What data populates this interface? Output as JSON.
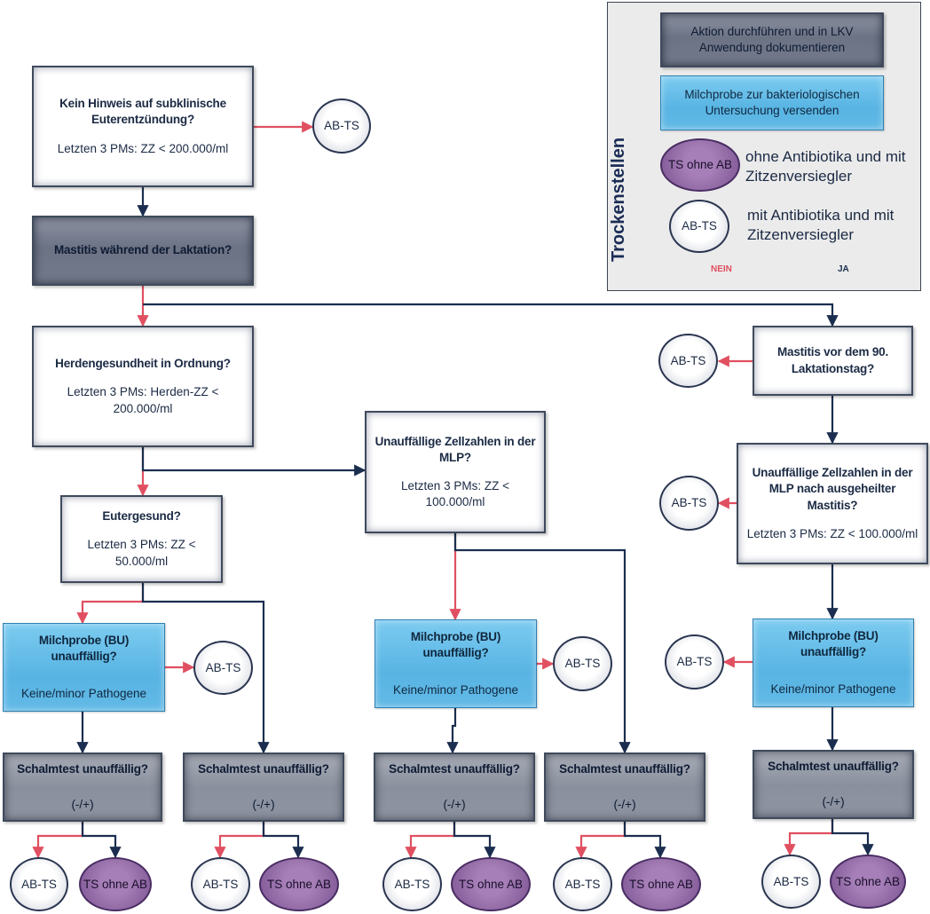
{
  "colors": {
    "nein": "#e05060",
    "ja": "#1b2e4f"
  },
  "legend": {
    "title": "Trockenstellen",
    "action_box": "Aktion durchführen und in LKV Anwendung dokumentieren",
    "sample_box": "Milchprobe zur bakteriologischen Untersuchung versenden",
    "ts_oval": "TS ohne AB",
    "ts_text": "ohne Antibiotika und mit Zitzenversiegler",
    "abts_oval": "AB-TS",
    "abts_text": "mit Antibiotika und mit Zitzenversiegler",
    "nein": "NEIN",
    "ja": "JA"
  },
  "nodes": {
    "q_subklinisch": {
      "title": "Kein Hinweis auf subklinische Euterentzündung?",
      "sub": "Letzten 3 PMs: ZZ < 200.000/ml"
    },
    "q_mastitis_laktation": {
      "title": "Mastitis während der Laktation?"
    },
    "q_herde": {
      "title": "Herdengesundheit in Ordnung?",
      "sub": "Letzten 3 PMs: Herden-ZZ < 200.000/ml"
    },
    "q_eutergesund": {
      "title": "Eutergesund?",
      "sub": "Letzten 3 PMs: ZZ < 50.000/ml"
    },
    "q_zellzahlen_mid": {
      "title": "Unauffällige Zellzahlen in der MLP?",
      "sub": "Letzten 3 PMs: ZZ < 100.000/ml"
    },
    "q_mastitis_90": {
      "title": "Mastitis vor dem 90. Laktationstag?"
    },
    "q_zellzahlen_right": {
      "title": "Unauffällige Zellzahlen in der MLP nach ausgeheilter Mastitis?",
      "sub": "Letzten 3 PMs: ZZ < 100.000/ml"
    },
    "milch1": {
      "title": "Milchprobe (BU) unauffällig?",
      "sub": "Keine/minor Pathogene"
    },
    "milch2": {
      "title": "Milchprobe (BU) unauffällig?",
      "sub": "Keine/minor Pathogene"
    },
    "milch3": {
      "title": "Milchprobe (BU) unauffällig?",
      "sub": "Keine/minor Pathogene"
    },
    "schalm1": {
      "title": "Schalmtest unauffällig?",
      "sub": "(-/+)"
    },
    "schalm2": {
      "title": "Schalmtest unauffällig?",
      "sub": "(-/+)"
    },
    "schalm3": {
      "title": "Schalmtest unauffällig?",
      "sub": "(-/+)"
    },
    "schalm4": {
      "title": "Schalmtest unauffällig?",
      "sub": "(-/+)"
    },
    "schalm5": {
      "title": "Schalmtest unauffällig?",
      "sub": "(-/+)"
    }
  },
  "outcomes": {
    "abts": "AB-TS",
    "ts": "TS ohne AB"
  }
}
